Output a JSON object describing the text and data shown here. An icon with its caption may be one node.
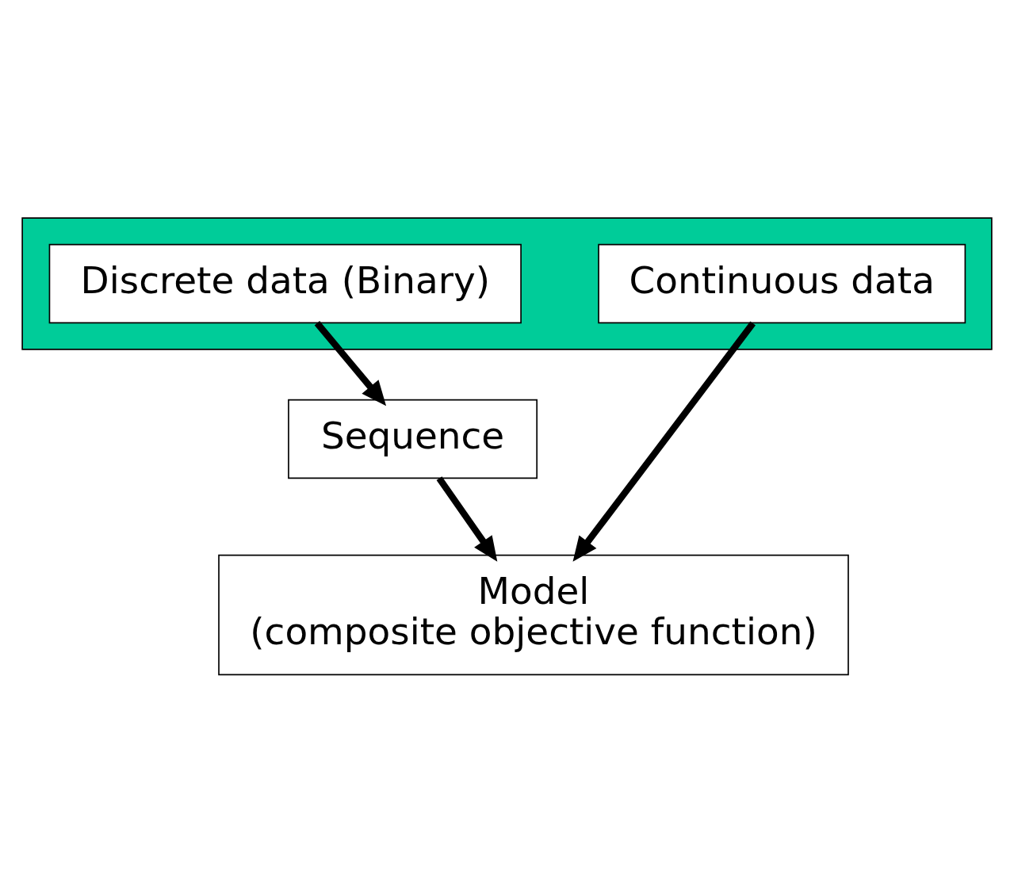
{
  "diagram": {
    "nodes": [
      {
        "text": [],
        "shape": "box"
      },
      {
        "text": [
          "Discrete data (Binary)"
        ],
        "in": 0
      },
      {
        "text": [
          "Continuous data"
        ],
        "in": 0
      },
      {
        "text": [
          "Sequence"
        ]
      },
      {
        "text": [
          "Model",
          "(composite objective function)"
        ]
      }
    ],
    "edges": [
      {
        "from": 1,
        "to": 3,
        "arrow": "to"
      },
      {
        "from": 3,
        "to": 4,
        "arrow": "to"
      },
      {
        "from": 2,
        "to": 4,
        "arrow": "to"
      }
    ]
  }
}
